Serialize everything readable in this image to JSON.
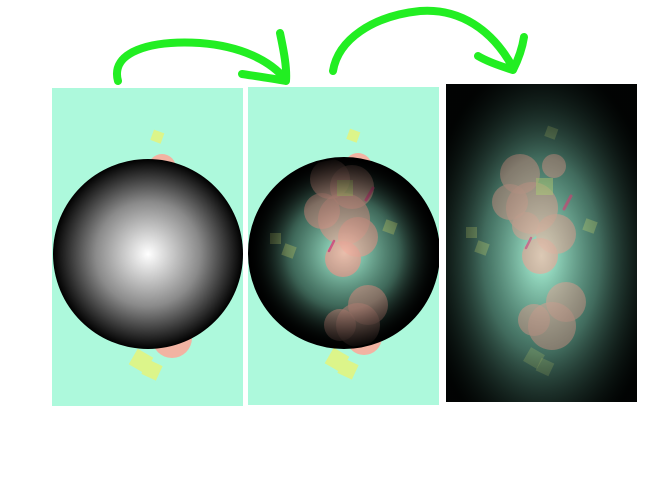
{
  "colors": {
    "page_background": "#ffffff",
    "mint_background": "#adf9dc",
    "arrow_green": "#22ee22",
    "salmon_blob": "#f2b3a2",
    "lime_square": "#dcf58a",
    "pink_stroke": "#e0608e",
    "sphere_black": "#000000",
    "sphere_white": "#ffffff"
  },
  "panels": [
    {
      "name": "original-image",
      "content": "grey-shaded-sphere-over-mint-scene"
    },
    {
      "name": "blended-image",
      "content": "sphere-multiplied-with-scene"
    },
    {
      "name": "result-image",
      "content": "vignetted-scene"
    }
  ],
  "arrows": [
    {
      "name": "arrow-1-to-2",
      "icon": "curved-arrow-icon"
    },
    {
      "name": "arrow-2-to-3",
      "icon": "curved-arrow-icon"
    }
  ]
}
